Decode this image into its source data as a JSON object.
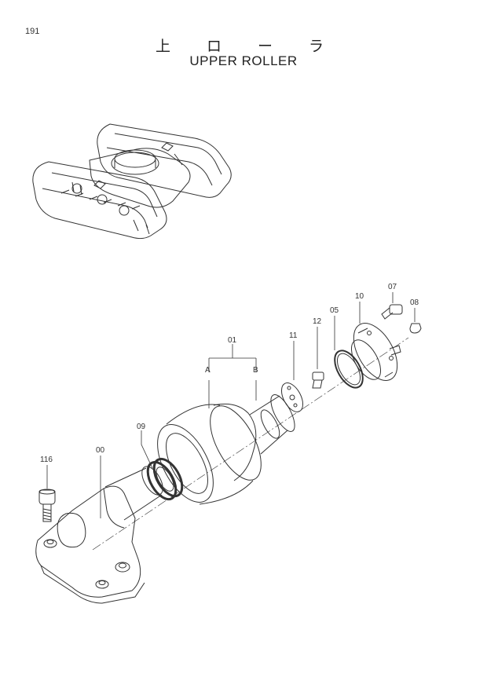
{
  "page_number": "191",
  "title_jp": "上 ロ ー ラ",
  "title_en": "UPPER ROLLER",
  "callouts": {
    "p01": "01",
    "pA": "A",
    "pB": "B",
    "p11": "11",
    "p12": "12",
    "p05": "05",
    "p10": "10",
    "p07": "07",
    "p08": "08",
    "p09": "09",
    "p00": "00",
    "p116": "116"
  }
}
